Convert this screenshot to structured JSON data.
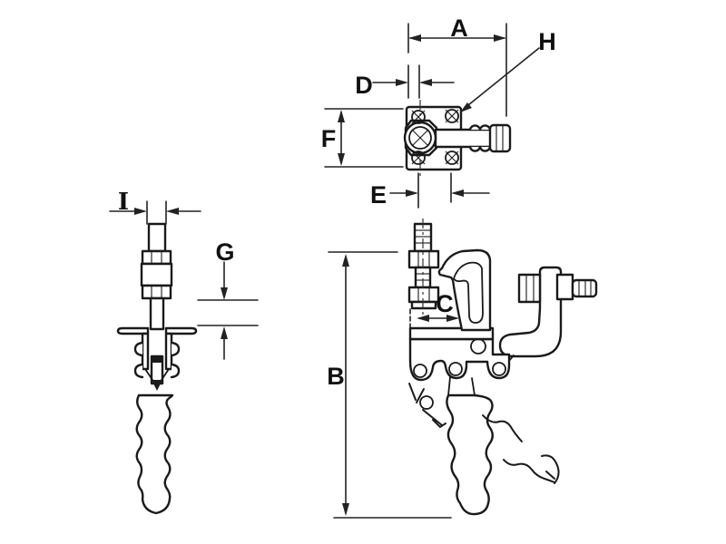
{
  "figure": {
    "kind": "technical dimension drawing",
    "subject": "toggle clamp, three views"
  },
  "colors": {
    "background": "#ffffff",
    "line": "#1a1a1a",
    "dimension": "#222222",
    "text": "#111111"
  },
  "labels": {
    "A": "A",
    "B": "B",
    "C": "C",
    "D": "D",
    "E": "E",
    "F": "F",
    "G": "G",
    "H": "H",
    "I": "I"
  }
}
